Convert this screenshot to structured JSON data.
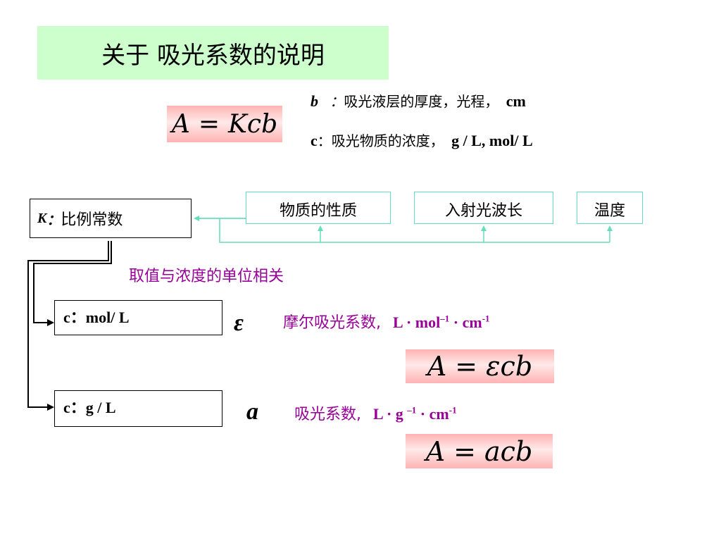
{
  "title": "关于 吸光系数的说明",
  "formula_main": {
    "left": "A",
    "eq": "=",
    "right": "Kcb"
  },
  "b_desc": {
    "symbol": "b",
    "colon": "：",
    "text": "吸光液层的厚度，光程，",
    "unit": "cm"
  },
  "c_desc": {
    "symbol": "c",
    "text": "：吸光物质的浓度，",
    "unit": "g / L,  mol/ L"
  },
  "k_box": {
    "symbol": "K",
    "colon": "：",
    "text": "比例常数"
  },
  "factors": [
    "物质的性质",
    "入射光波长",
    "温度"
  ],
  "note": "取值与浓度的单位相关",
  "branch1": {
    "box_prefix": "c：",
    "box_unit": "mol/ L",
    "symbol": "ε",
    "name": "摩尔吸光系数,",
    "unit_a": "L · mol",
    "sup1": "–1",
    "unit_b": " · cm",
    "sup2": "-1",
    "formula": {
      "left": "A",
      "eq": "=",
      "right": "εcb"
    }
  },
  "branch2": {
    "box_prefix": "c：",
    "box_unit": "g / L",
    "symbol": "a",
    "name": "吸光系数,",
    "unit_a": "L · g ",
    "sup1": "–1",
    "unit_b": " · cm",
    "sup2": "-1",
    "formula": {
      "left": "A",
      "eq": "=",
      "right": "acb"
    }
  },
  "colors": {
    "title_bg": "#ccffcc",
    "formula_bg": "#ffb3b3",
    "connector": "#66ddbb",
    "note": "#990099"
  }
}
